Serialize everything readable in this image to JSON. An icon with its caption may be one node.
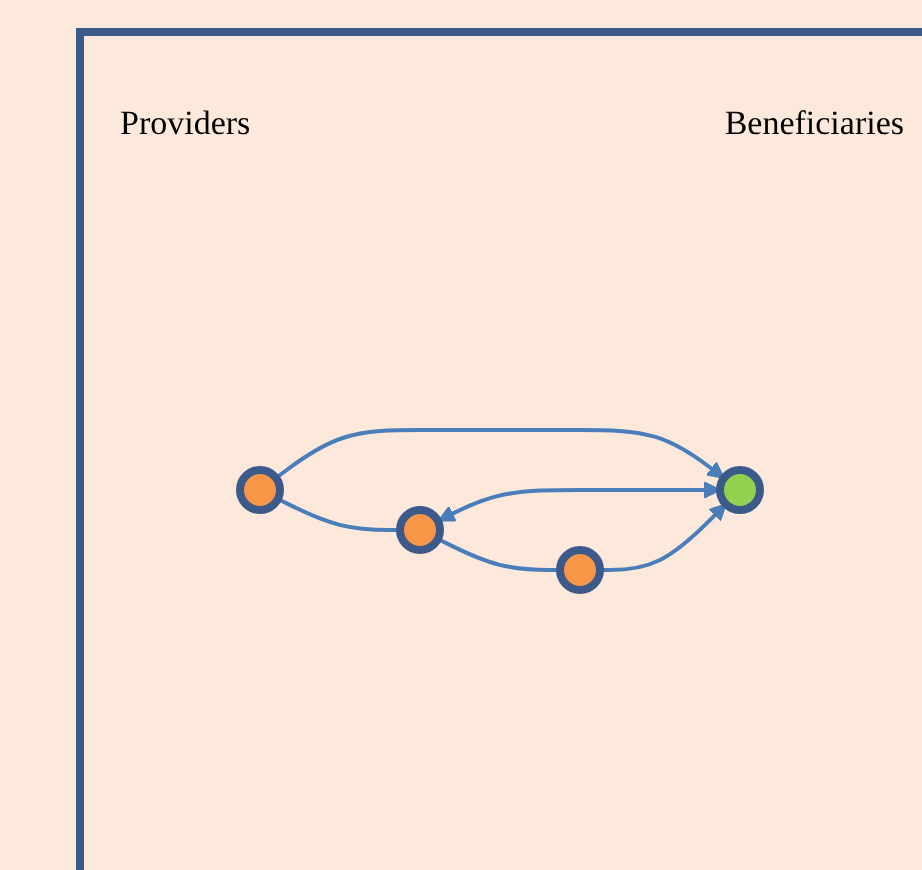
{
  "diagram": {
    "nodes": [
      {
        "text": [],
        "shape": "circle"
      },
      {
        "text": [],
        "shape": "circle"
      },
      {
        "text": [],
        "shape": "circle"
      },
      {
        "text": [],
        "shape": "circle"
      }
    ],
    "edges": [
      {
        "from": 0,
        "to": 1,
        "arrow": "none"
      },
      {
        "from": 1,
        "to": 2,
        "arrow": "none"
      },
      {
        "from": 0,
        "to": 3,
        "arrow": "to"
      },
      {
        "from": 1,
        "to": 3,
        "arrow": "both"
      },
      {
        "from": 2,
        "to": 3,
        "arrow": "to"
      }
    ],
    "labels": [
      "Providers",
      "Beneficiaries"
    ]
  }
}
